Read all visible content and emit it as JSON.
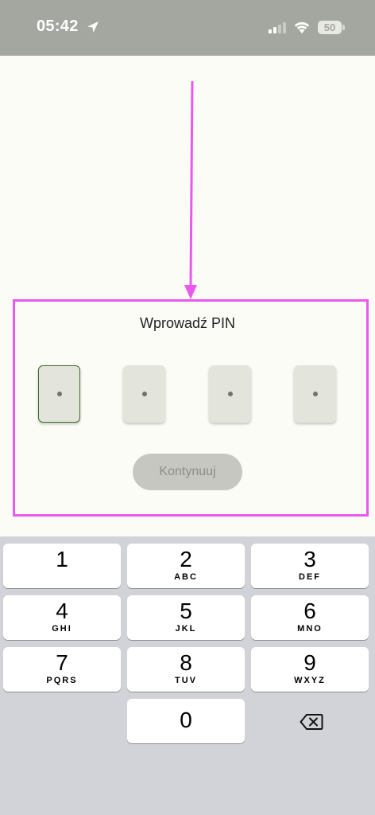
{
  "status_bar": {
    "time": "05:42",
    "battery": "50",
    "icons": [
      "location-arrow-icon",
      "cellular-signal-icon",
      "wifi-icon",
      "battery-icon"
    ]
  },
  "pin": {
    "title": "Wprowadź PIN",
    "digit_count": 4,
    "continue_label": "Kontynuuj"
  },
  "keyboard": {
    "keys": [
      {
        "digit": "1",
        "letters": ""
      },
      {
        "digit": "2",
        "letters": "ABC"
      },
      {
        "digit": "3",
        "letters": "DEF"
      },
      {
        "digit": "4",
        "letters": "GHI"
      },
      {
        "digit": "5",
        "letters": "JKL"
      },
      {
        "digit": "6",
        "letters": "MNO"
      },
      {
        "digit": "7",
        "letters": "PQRS"
      },
      {
        "digit": "8",
        "letters": "TUV"
      },
      {
        "digit": "9",
        "letters": "WXYZ"
      },
      {
        "digit": "0",
        "letters": ""
      }
    ],
    "delete_icon": "backspace-icon"
  },
  "colors": {
    "highlight": "#ea58ee",
    "active_border": "#3e6a2b",
    "status_bar_bg": "#a4a79f",
    "keyboard_bg": "#d2d3d8"
  }
}
